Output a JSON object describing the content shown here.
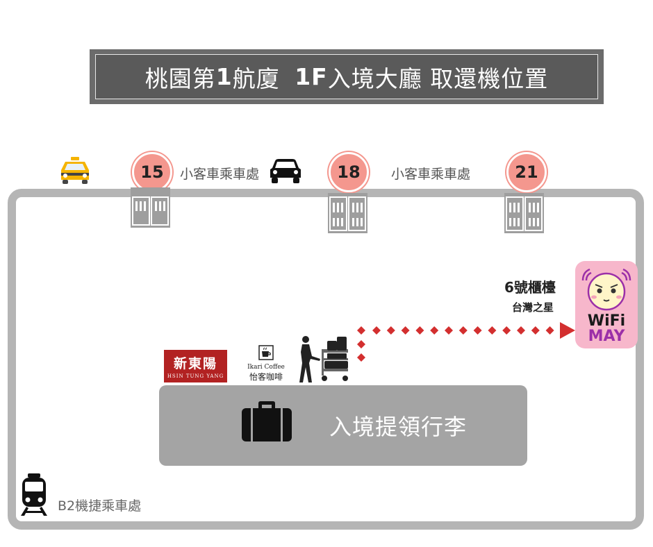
{
  "title": {
    "part1": "桃園第",
    "part2": "1",
    "part3": "航廈 ",
    "part4": "1F",
    "part5": "入境大廳 取還機位置"
  },
  "gates": [
    {
      "number": "15"
    },
    {
      "number": "18"
    },
    {
      "number": "21"
    }
  ],
  "pickup_labels": [
    "小客車乘車處",
    "小客車乘車處"
  ],
  "counter": {
    "name": "6號櫃檯",
    "company": "台灣之星"
  },
  "wifi_logo": {
    "line1": "WiFi",
    "line2": "MAY"
  },
  "shops": {
    "hsin_tung_yang": {
      "cn": "新東陽",
      "en": "HSIN TUNG YANG"
    },
    "ikari": {
      "en": "Ikari Coffee",
      "cn": "怡客咖啡"
    }
  },
  "baggage_claim": "入境提領行李",
  "mrt": "B2機捷乘車處",
  "colors": {
    "gate": "#f4978e",
    "route": "#d32f2f",
    "floor_outline": "#b5b5b5",
    "baggage_area": "#a4a4a4",
    "wifi_bg": "#f7b7cb",
    "title_bg": "#5a5a5a"
  },
  "icons": [
    "taxi-icon",
    "car-icon",
    "door-icon",
    "trolley-person-icon",
    "luggage-icon",
    "train-icon",
    "wifi-mascot-icon"
  ]
}
